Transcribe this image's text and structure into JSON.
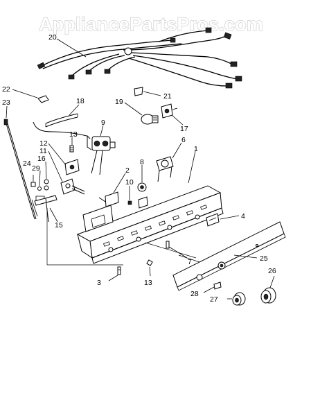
{
  "watermark": "AppliancePartsPros.com",
  "callouts": {
    "p1": "1",
    "p2": "2",
    "p3": "3",
    "p4": "4",
    "p6": "6",
    "p7": "7",
    "p8": "8",
    "p9": "9",
    "p10": "10",
    "p11": "11",
    "p12": "12",
    "p13a": "13",
    "p13b": "13",
    "p15": "15",
    "p16": "16",
    "p17": "17",
    "p18": "18",
    "p19": "19",
    "p20": "20",
    "p21": "21",
    "p22": "22",
    "p23": "23",
    "p24": "24",
    "p25": "25",
    "p26": "26",
    "p27": "27",
    "p28": "28",
    "p29": "29"
  }
}
